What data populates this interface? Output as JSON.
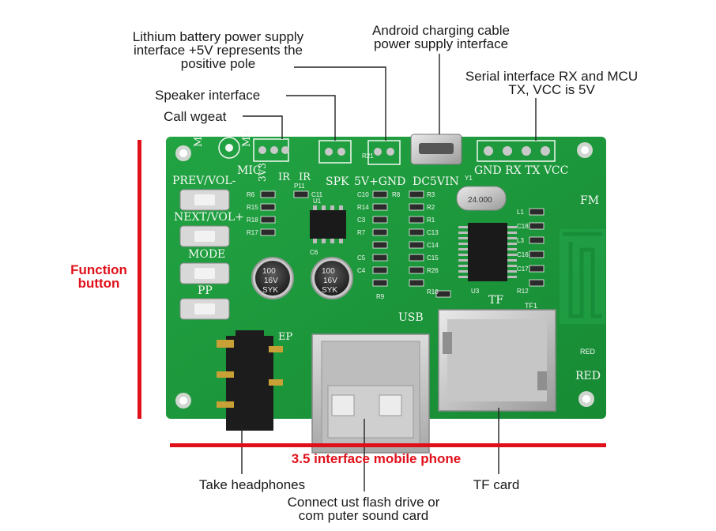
{
  "annotations": {
    "lithium": [
      "Lithium battery power supply",
      "interface +5V represents the",
      "positive pole"
    ],
    "android": [
      "Android charging cable",
      "power supply interface"
    ],
    "serial": [
      "Serial interface RX and MCU",
      "TX, VCC is 5V"
    ],
    "speaker": "Speaker interface",
    "call": "Call wgeat",
    "function": [
      "Function",
      "button"
    ],
    "mobile": "3.5 interface mobile phone",
    "headphones": "Take headphones",
    "usb": [
      "Connect ust flash drive or",
      "com puter sound card"
    ],
    "tf": "TF card"
  },
  "silkscreen": {
    "mic_pins": [
      "M-",
      "M+"
    ],
    "mic": "MIC",
    "mic_pin_labels": [
      "3V3",
      "IR",
      "IR"
    ],
    "spk": "SPK",
    "spk_header": "5V+GND",
    "dc5vin": "DC5VIN",
    "serial_header": "GND RX TX VCC",
    "buttons": [
      "PREV/VOL-",
      "NEXT/VOL+",
      "MODE",
      "PP"
    ],
    "fm": "FM",
    "tf": "TF",
    "tf1": "TF1",
    "usb": "USB",
    "ep": "EP",
    "red": "RED",
    "red_small": "RED",
    "crystal": "24.000",
    "capacitor": [
      "100",
      "16V",
      "SYK"
    ],
    "designators": [
      "R6",
      "R15",
      "R18",
      "R17",
      "C11",
      "U1",
      "C10",
      "R14",
      "C3",
      "R7",
      "C5",
      "C4",
      "R9",
      "R8",
      "R2",
      "R1",
      "C13",
      "C14",
      "C15",
      "R26",
      "R10",
      "L1",
      "C18",
      "L3",
      "C16",
      "C17",
      "R12",
      "U3",
      "C6",
      "R3",
      "Y1",
      "R21",
      "P11"
    ]
  },
  "colors": {
    "pcb": "#1f9a3c",
    "pcb_dark": "#137a2b",
    "silk": "#f4f8f4",
    "annotation_red": "#e0101a",
    "line": "#222222"
  }
}
